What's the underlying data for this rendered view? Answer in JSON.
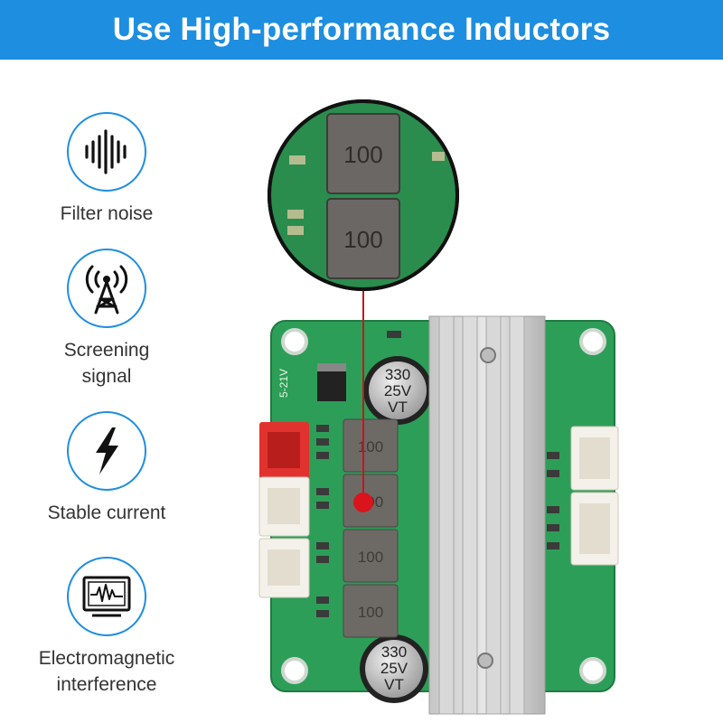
{
  "banner": {
    "title": "Use High-performance Inductors"
  },
  "features": [
    {
      "label_lines": [
        "Filter noise"
      ],
      "icon": "sound-wave-icon"
    },
    {
      "label_lines": [
        "Screening",
        "signal"
      ],
      "icon": "signal-tower-icon"
    },
    {
      "label_lines": [
        "Stable current"
      ],
      "icon": "lightning-bolt-icon"
    },
    {
      "label_lines": [
        "Electromagnetic",
        "interference"
      ],
      "icon": "oscilloscope-icon"
    }
  ],
  "board": {
    "inductor_marking": "100",
    "capacitor_lines": [
      "330",
      "25V",
      "VT"
    ],
    "voltage_label": "5-21V"
  },
  "colors": {
    "accent": "#1e8ee0",
    "pcb": "#2d9e57",
    "marker": "#d9141d",
    "connector_red": "#e2322f"
  }
}
